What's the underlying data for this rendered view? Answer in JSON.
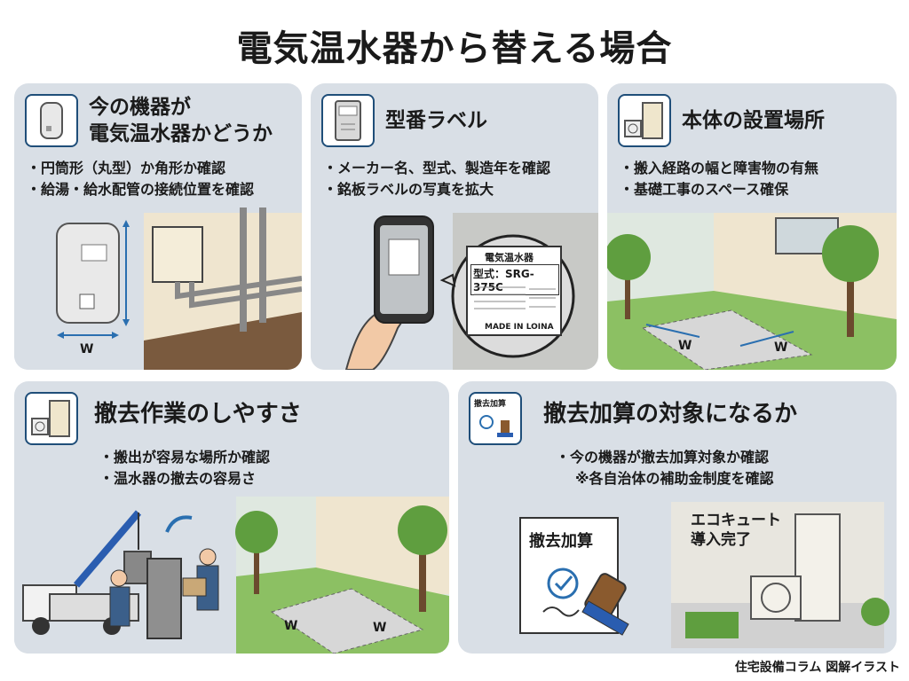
{
  "title": "電気温水器から替える場合",
  "panels": [
    {
      "title_lines": [
        "今の機器が",
        "電気温水器かどうか"
      ],
      "icon": "water-heater-icon",
      "bullets": [
        "・円筒形（丸型）か角形か確認",
        "・給湯・給水配管の接続位置を確認"
      ],
      "dimension_label": "W"
    },
    {
      "title": "型番ラベル",
      "icon": "label-unit-icon",
      "bullets": [
        "・メーカー名、型式、製造年を確認",
        "・銘板ラベルの写真を拡大"
      ],
      "label_card": {
        "heading": "電気温水器",
        "model": "型式：SRG-375C",
        "made_in": "MADE IN LOINA"
      }
    },
    {
      "title": "本体の設置場所",
      "icon": "outdoor-unit-icon",
      "bullets": [
        "・搬入経路の幅と障害物の有無",
        "・基礎工事のスペース確保"
      ],
      "dimension_labels": [
        "W",
        "W"
      ]
    },
    {
      "title": "撤去作業のしやすさ",
      "icon": "outdoor-unit-icon",
      "bullets": [
        "・搬出が容易な場所か確認",
        "・温水器の撤去の容易さ"
      ],
      "dimension_labels": [
        "W",
        "W"
      ]
    },
    {
      "title": "撤去加算の対象になるか",
      "icon_label": "撤去加算",
      "bullets": [
        "・今の機器が撤去加算対象か確認",
        "※各自治体の補助金制度を確認"
      ],
      "doc_label": "撤去加算",
      "install_lines": [
        "エコキュート",
        "導入完了"
      ]
    }
  ],
  "footer": "住宅設備コラム 図解イラスト",
  "colors": {
    "panel_bg": "#d9dfe6",
    "icon_border": "#1f4e79",
    "arrow_blue": "#2a6fb0",
    "grass": "#8cc063",
    "wall": "#efe5cf"
  }
}
